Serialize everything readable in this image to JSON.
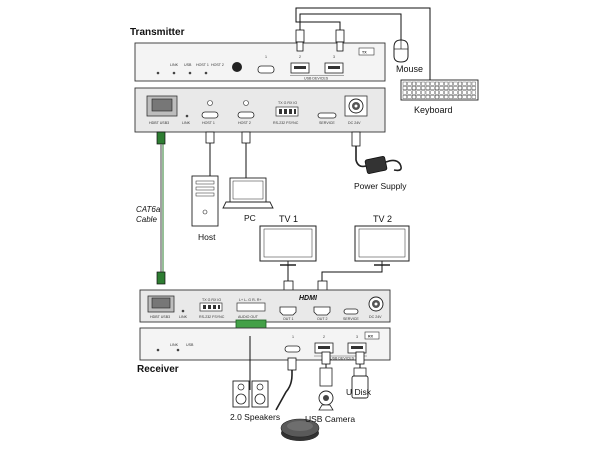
{
  "labels": {
    "transmitter": "Transmitter",
    "receiver": "Receiver",
    "mouse": "Mouse",
    "keyboard": "Keyboard",
    "power_supply": "Power Supply",
    "pc": "PC",
    "host": "Host",
    "tv1": "TV 1",
    "tv2": "TV 2",
    "cable_line1": "CAT6a",
    "cable_line2": "Cable",
    "speakers": "2.0 Speakers",
    "usb_camera": "USB Camera",
    "u_disk": "U Disk"
  },
  "tx_front": {
    "badge": "TX",
    "leds": [
      "LINK",
      "USB",
      "HOST 1",
      "HOST 2"
    ],
    "ports": [
      "1",
      "2",
      "3"
    ],
    "group": "USB DEVICES"
  },
  "tx_rear": {
    "ports": [
      "HDBT USB3",
      "LINK",
      "HOST 1",
      "HOST 2",
      "RS-232 FSYNC",
      "SERVICE",
      "DC 24V"
    ],
    "rs232_pins": "TX G RX IO"
  },
  "rx_rear": {
    "ports": [
      "HDBT USB3",
      "LINK",
      "RS-232 FSYNC",
      "AUDIO OUT",
      "OUT 1",
      "OUT 2",
      "SERVICE",
      "DC 24V"
    ],
    "rs232_pins": "TX G RX IO",
    "audio_pins": "L+ L- G R- R+",
    "hdmi_logo": "HDMI"
  },
  "rx_front": {
    "badge": "RX",
    "leds": [
      "LINK",
      "USB"
    ],
    "ports": [
      "1",
      "2",
      "3"
    ],
    "group": "USB DEVICES"
  }
}
